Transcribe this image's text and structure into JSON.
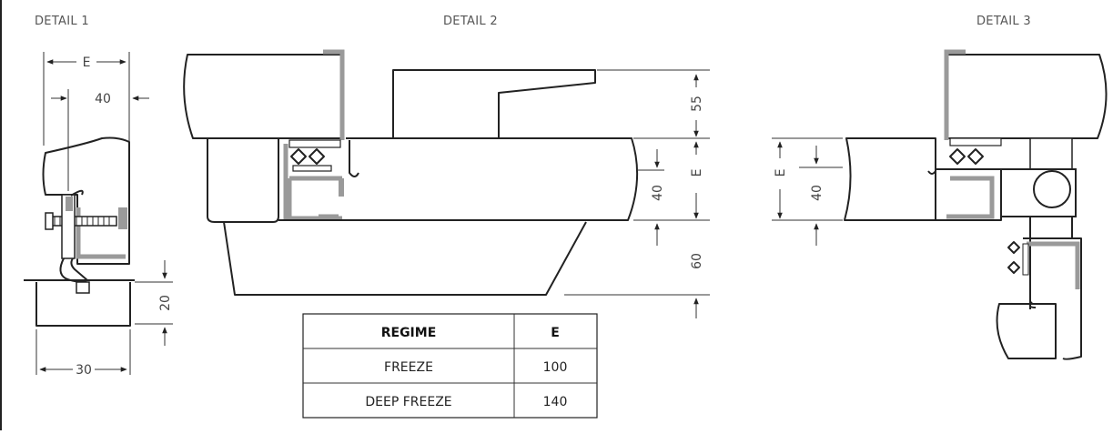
{
  "details": {
    "detail1": {
      "title": "DETAIL 1",
      "dim_e": "E",
      "dim_40": "40",
      "dim_20": "20",
      "dim_30": "30"
    },
    "detail2": {
      "title": "DETAIL 2",
      "dim_55": "55",
      "dim_e": "E",
      "dim_40": "40",
      "dim_60": "60"
    },
    "detail3": {
      "title": "DETAIL 3",
      "dim_e": "E",
      "dim_40": "40"
    }
  },
  "table": {
    "headers": [
      "REGIME",
      "E"
    ],
    "rows": [
      [
        "FREEZE",
        "100"
      ],
      [
        "DEEP FREEZE",
        "140"
      ]
    ]
  }
}
